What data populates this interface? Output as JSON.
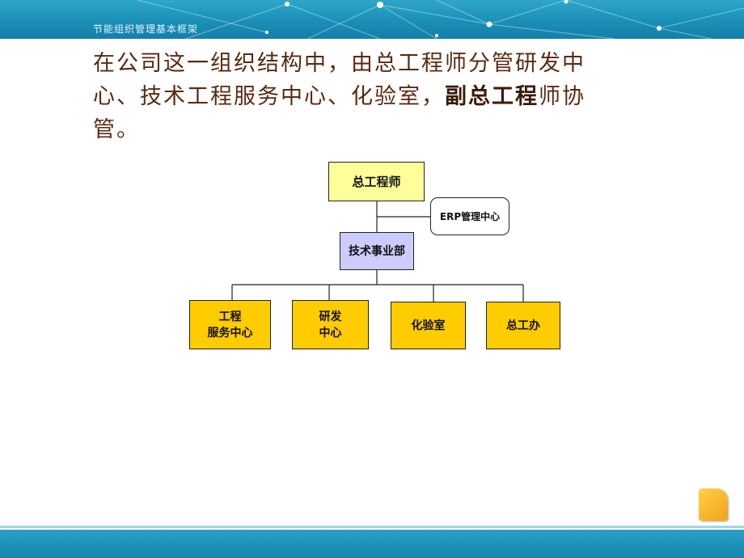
{
  "banner": {
    "title": "节能组织管理基本框架"
  },
  "intro": {
    "text_main": "在公司这一组织结构中，由总工程师分管研发中心、技术工程服务中心、化验室，",
    "text_bold": "副总工程",
    "text_end": "师协管。"
  },
  "org_chart": {
    "chief": "总工程师",
    "erp": "ERP管理中心",
    "tech_dept": "技术事业部",
    "units": [
      {
        "line1": "工程",
        "line2": "服务中心"
      },
      {
        "line1": "研发",
        "line2": "中心"
      },
      {
        "line1": "化验室",
        "line2": ""
      },
      {
        "line1": "总工办",
        "line2": ""
      }
    ]
  },
  "colors": {
    "chief_fill": "#ffff99",
    "tech_fill": "#ccccff",
    "unit_fill": "#ffcc00",
    "text_brown": "#5a2a10",
    "banner_blue": "#1b8fb8"
  }
}
